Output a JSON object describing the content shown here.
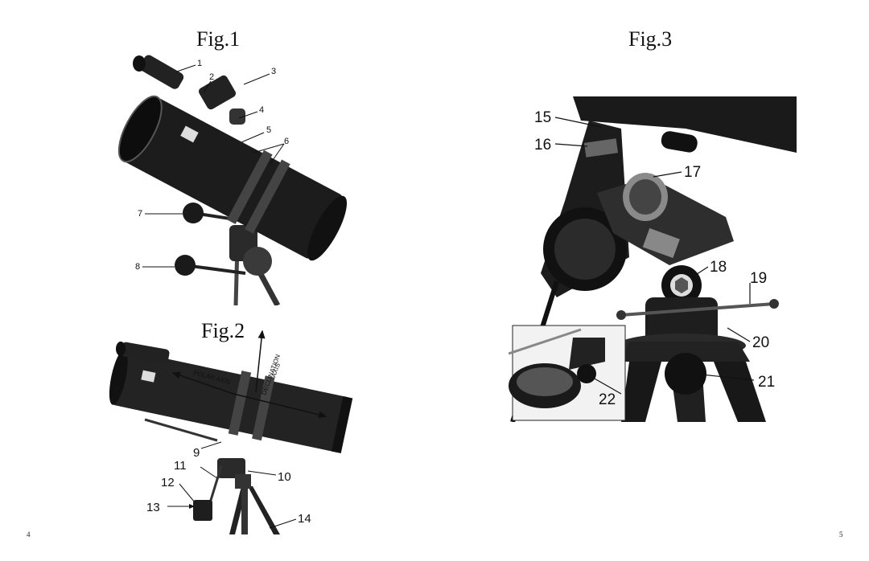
{
  "left_page": {
    "figure1": {
      "title": "Fig.1",
      "callouts": [
        "1",
        "2",
        "3",
        "4",
        "5",
        "6",
        "7",
        "8"
      ]
    },
    "figure2": {
      "title": "Fig.2",
      "axis_labels": {
        "polar": "POLAR AXIS",
        "declination_line1": "DECLINATION",
        "declination_line2": "AXIS"
      },
      "callouts": [
        "9",
        "10",
        "11",
        "12",
        "13",
        "14"
      ]
    },
    "page_number": "4"
  },
  "right_page": {
    "figure3": {
      "title": "Fig.3",
      "callouts": [
        "15",
        "16",
        "17",
        "18",
        "19",
        "20",
        "21",
        "22"
      ]
    },
    "page_number": "5"
  }
}
